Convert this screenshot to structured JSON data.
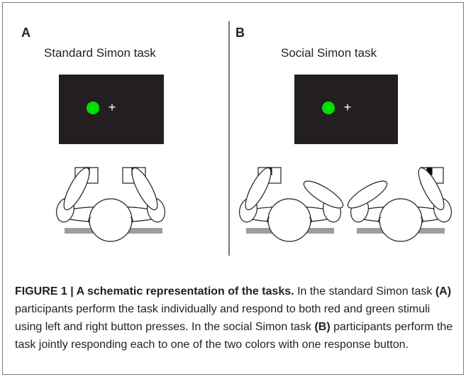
{
  "panels": [
    {
      "letter": "A",
      "title": "Standard Simon task",
      "stimulus_color": "#00e000",
      "fixation": "+"
    },
    {
      "letter": "B",
      "title": "Social Simon task",
      "stimulus_color": "#00e000",
      "fixation": "+"
    }
  ],
  "caption": {
    "label": "FIGURE 1 | A schematic representation of the tasks.",
    "seg1": " In the standard Simon task ",
    "ref_a": "(A)",
    "seg2": " participants perform the task individually and respond to both red and green stimuli using left and right button presses. In the social Simon task ",
    "ref_b": "(B)",
    "seg3": " participants perform the task jointly responding each to one of the two colors with one response button."
  },
  "colors": {
    "screen": "#231f20",
    "table": "#9d9d9d",
    "button_pressed": "#000000",
    "line": "#231f20"
  }
}
